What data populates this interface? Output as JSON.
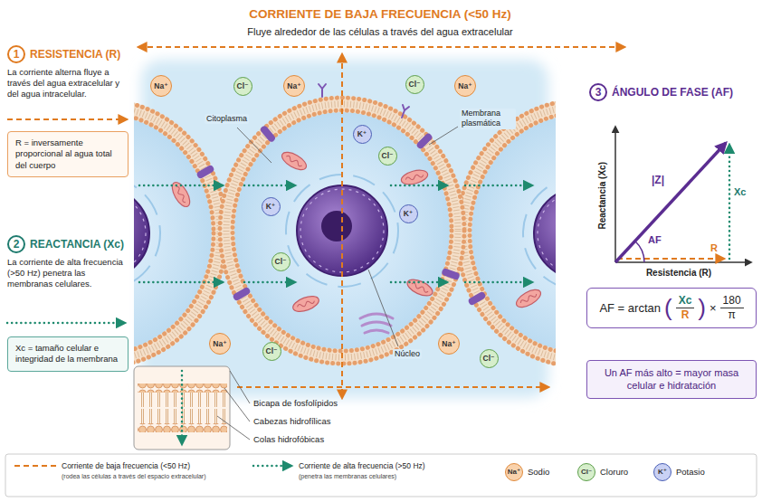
{
  "diagram": {
    "title": "CORRIENTE DE BAJA FRECUENCIA (<50 Hz)",
    "nodes": [
      {
        "text": [
          "1"
        ]
      },
      {
        "text": [
          "R = inversamente proporcional al agua total del cuerpo"
        ]
      },
      {
        "text": [
          "2"
        ]
      },
      {
        "text": [
          "Xc = tamaño celular e integridad de la membrana"
        ]
      },
      {
        "text": [
          "3"
        ]
      },
      {
        "text": [
          "AF = arctan",
          "(",
          "Xc",
          "R",
          ")",
          "×",
          "180",
          "π"
        ]
      },
      {
        "text": [
          "Un AF más alto = mayor masa celular e hidratación"
        ]
      },
      {
        "text": [
          "Na⁺"
        ]
      },
      {
        "text": [
          "Cl⁻"
        ]
      },
      {
        "text": [
          "Na⁺"
        ]
      },
      {
        "text": [
          "Cl⁻"
        ]
      },
      {
        "text": [
          "Na⁺"
        ]
      },
      {
        "text": [
          "K⁺"
        ]
      },
      {
        "text": [
          "Cl⁻"
        ]
      },
      {
        "text": [
          "K⁺"
        ]
      },
      {
        "text": [
          "K⁺"
        ]
      },
      {
        "text": [
          "Cl⁻"
        ]
      },
      {
        "text": [
          "Na⁺"
        ]
      },
      {
        "text": [
          "Cl⁻"
        ]
      },
      {
        "text": [
          "Na⁺"
        ]
      },
      {
        "text": [
          "Cl⁻"
        ]
      }
    ],
    "labels": [
      "Fluye alrededor de las células a través del agua extracelular",
      "RESISTENCIA (R)",
      "La corriente alterna fluye a través del agua extracelular y del agua intracelular.",
      "REACTANCIA (Xc)",
      "La corriente de alta frecuencia (>50 Hz) penetra las membranas celulares.",
      "ÁNGULO DE FASE (AF)",
      "Reactancia (Xc)",
      "Resistencia (R)",
      "|Z|",
      "Xc",
      "AF",
      "R",
      "Citoplasma",
      "Membrana plasmática",
      "Núcleo",
      "Bicapa de fosfolípidos",
      "Cabezas hidrofílicas",
      "Colas hidrofóbicas",
      "(rodea las células a través del espacio extracelular)",
      "(penetra las membranas celulares)",
      "Na⁺",
      "Cl⁻",
      "K⁺"
    ],
    "legend": [
      {
        "text": "Corriente de baja frecuencia (<50 Hz)"
      },
      {
        "text": "Corriente de alta frecuencia (>50 Hz)"
      },
      {
        "text": "Sodio",
        "color": "#f9d2ac"
      },
      {
        "text": "Cloruro",
        "color": "#d6eecb"
      },
      {
        "text": "Potasio",
        "color": "#c9d1f4"
      }
    ]
  }
}
